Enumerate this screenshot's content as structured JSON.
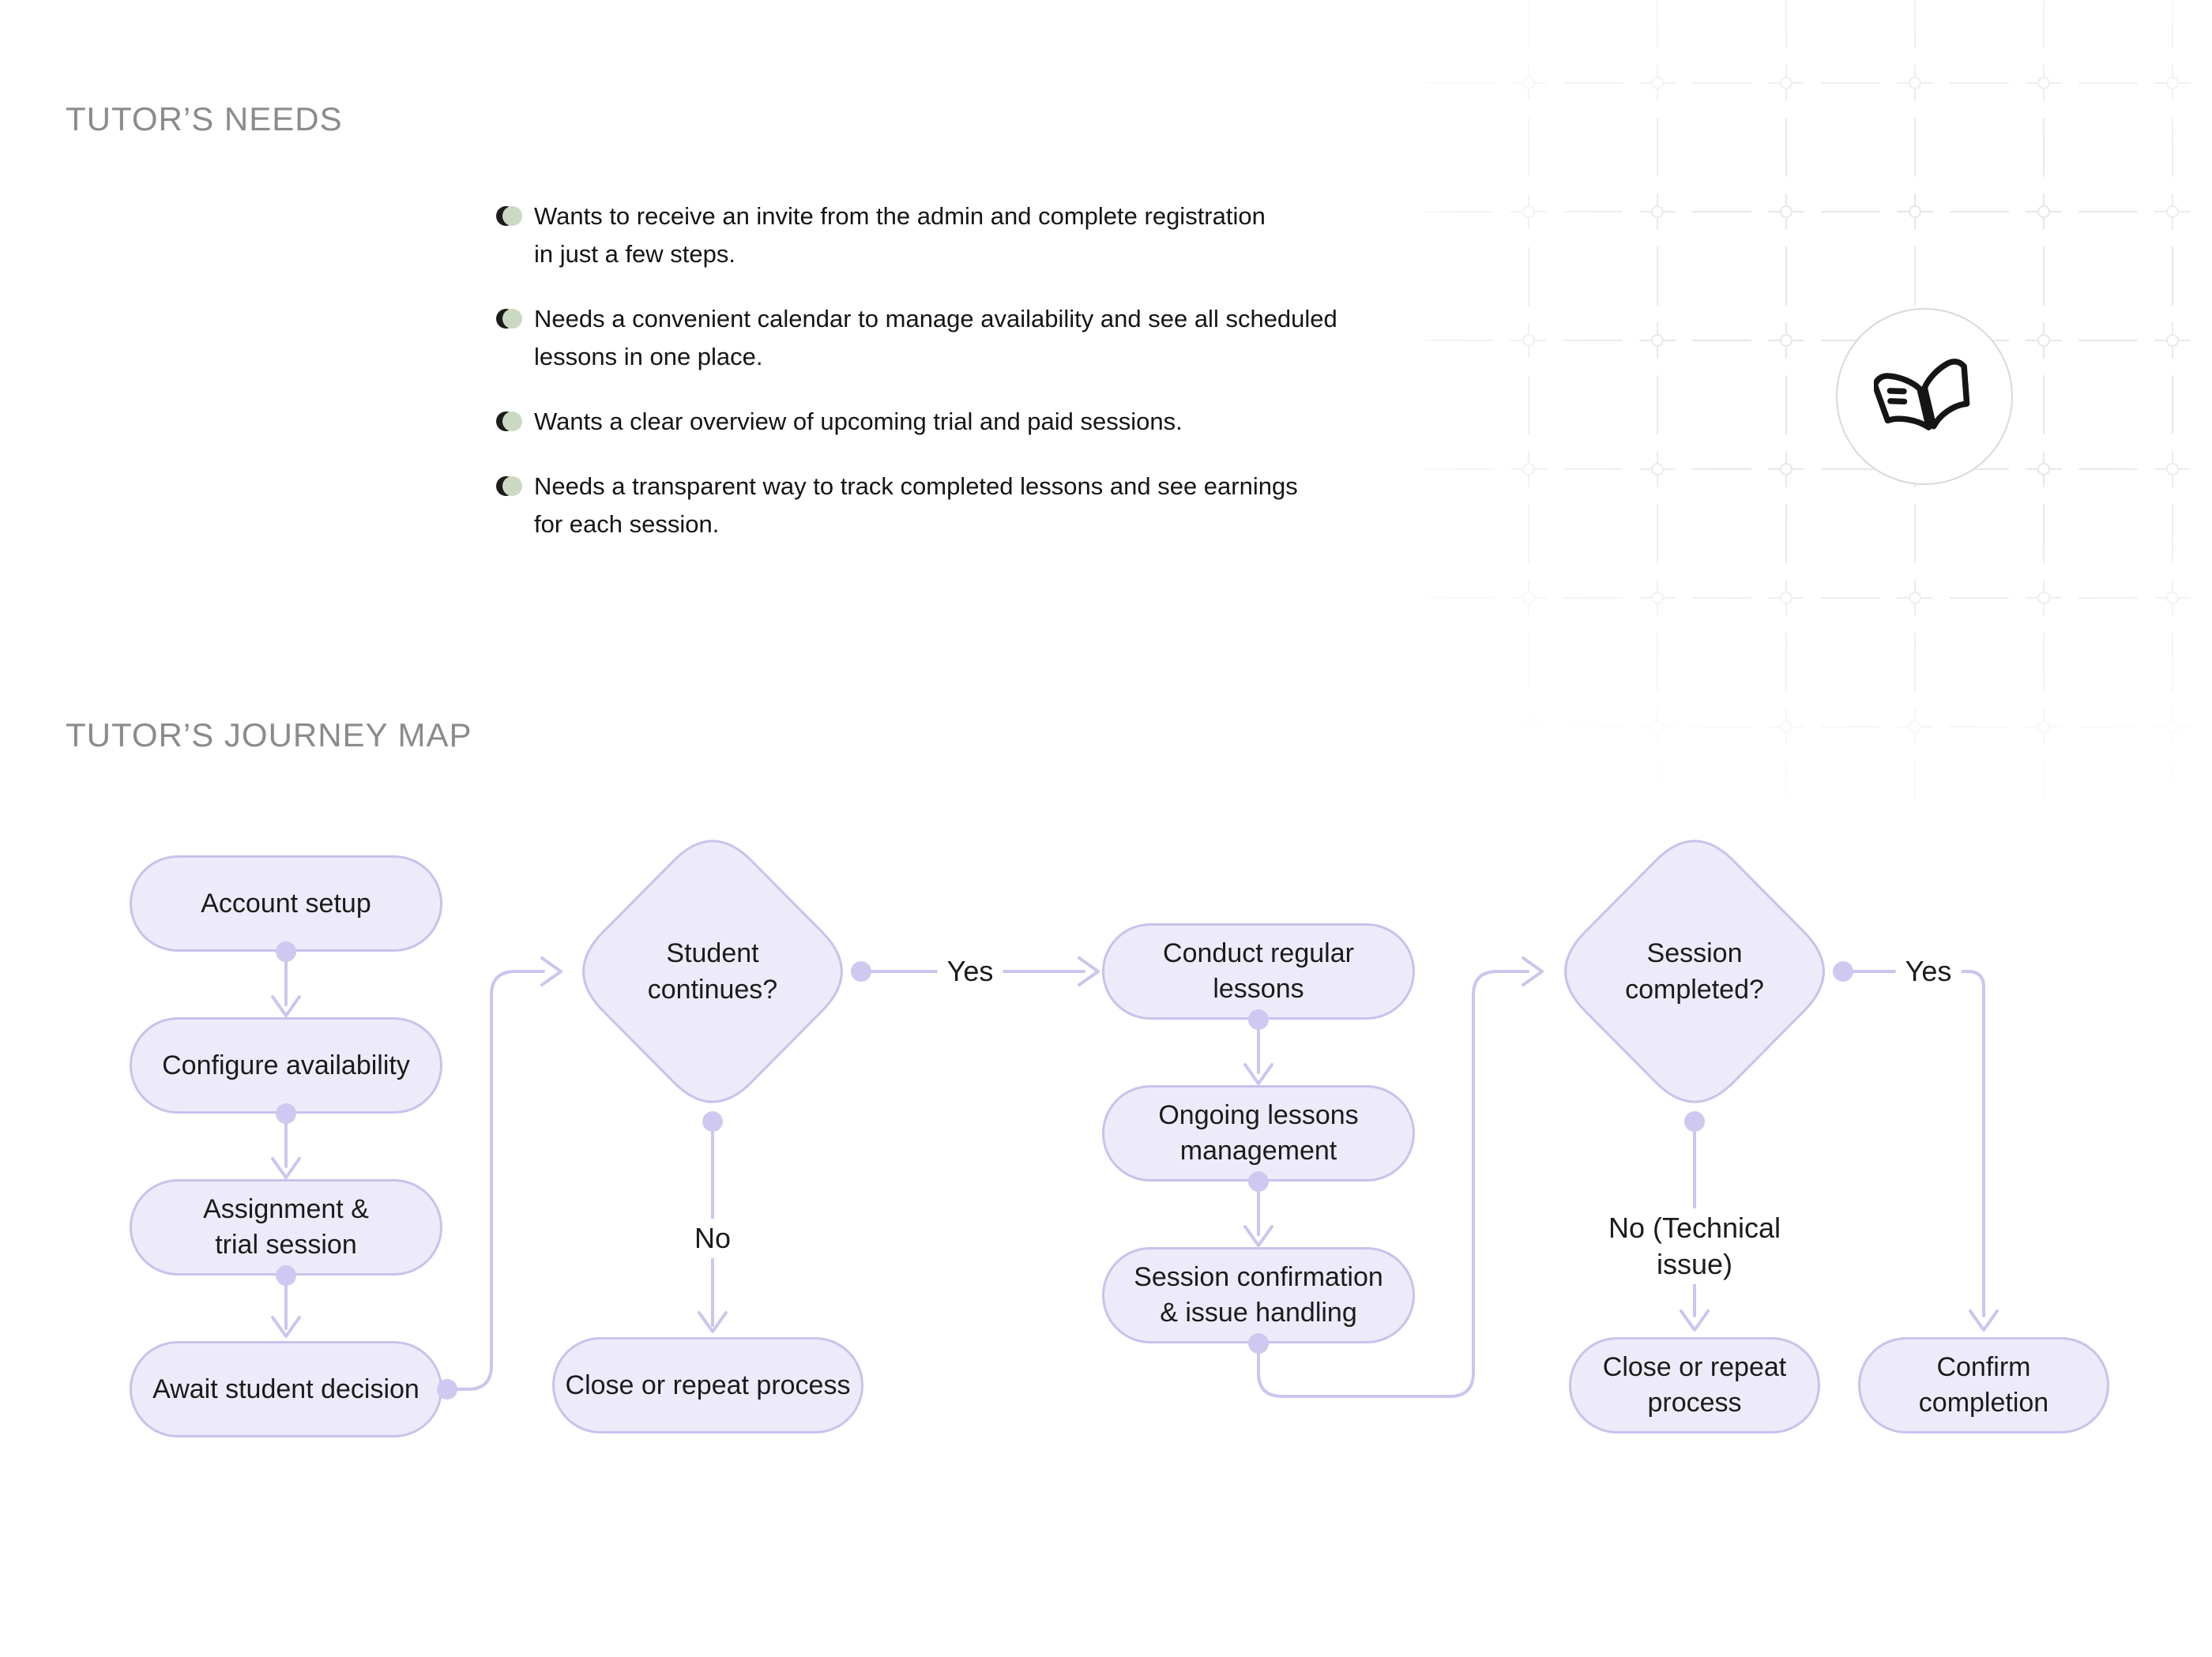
{
  "colors": {
    "background": "#ffffff",
    "accent_line": "#cbc5ef",
    "node_fill": "#edebf9",
    "node_border": "#c8c2ec",
    "connector_dot": "#cfc9f1",
    "heading_gray": "#8b8b8b",
    "body_text": "#151515",
    "bullet_green": "#cbd9c3",
    "bullet_dark": "#1c1c1c",
    "grid_line": "#e4e4e8",
    "icon_circle_border": "#d9d9d9",
    "icon_stroke": "#151515"
  },
  "needs": {
    "title": "TUTOR’S NEEDS",
    "items": [
      "Wants to receive an invite from the admin and complete registration\nin just a few steps.",
      "Needs a convenient calendar to manage availability and see all scheduled\nlessons in one place.",
      "Wants a clear overview of upcoming trial and paid sessions.",
      "Needs a transparent way to track completed lessons and see earnings\nfor each session."
    ]
  },
  "icon": {
    "book_badge": "open-book"
  },
  "journey": {
    "title": "TUTOR’S JOURNEY MAP",
    "nodes": {
      "account_setup": "Account setup",
      "configure_availability": "Configure availability",
      "assignment_trial": "Assignment &\ntrial session",
      "await_decision": "Await student decision",
      "student_continues": "Student\ncontinues?",
      "close_repeat_mid": "Close or repeat process",
      "conduct_lessons": "Conduct regular\nlessons",
      "ongoing_management": "Ongoing lessons\nmanagement",
      "session_confirmation": "Session confirmation\n& issue handling",
      "session_completed": "Session\ncompleted?",
      "close_repeat_right": "Close or repeat\nprocess",
      "confirm_completion": "Confirm\ncompletion"
    },
    "edge_labels": {
      "yes1": "Yes",
      "no1": "No",
      "yes2": "Yes",
      "no2": "No (Technical\nissue)"
    }
  }
}
